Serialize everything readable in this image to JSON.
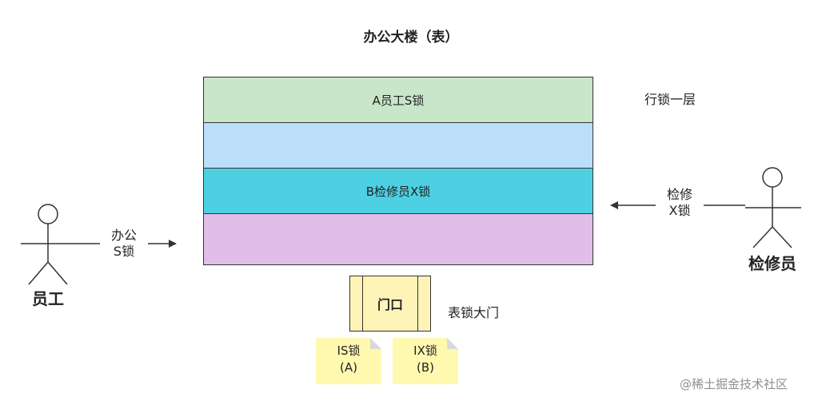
{
  "title": "办公大楼（表）",
  "floors": [
    {
      "label": "A员工S锁",
      "color": "#c8e6c9"
    },
    {
      "label": "",
      "color": "#bbdefb"
    },
    {
      "label": "B检修员X锁",
      "color": "#4dd0e1"
    },
    {
      "label": "",
      "color": "#e1bee7"
    }
  ],
  "row_lock_label": "行锁一层",
  "table_lock_label": "表锁大门",
  "door_label": "门口",
  "notes": [
    {
      "line1": "IS锁",
      "line2": "(A)"
    },
    {
      "line1": "IX锁",
      "line2": "(B)"
    }
  ],
  "actors": {
    "employee": {
      "label": "员工",
      "arrow_line1": "办公",
      "arrow_line2": "S锁"
    },
    "repairman": {
      "label": "检修员",
      "arrow_line1": "检修",
      "arrow_line2": "X锁"
    }
  },
  "watermark": "@稀土掘金技术社区"
}
